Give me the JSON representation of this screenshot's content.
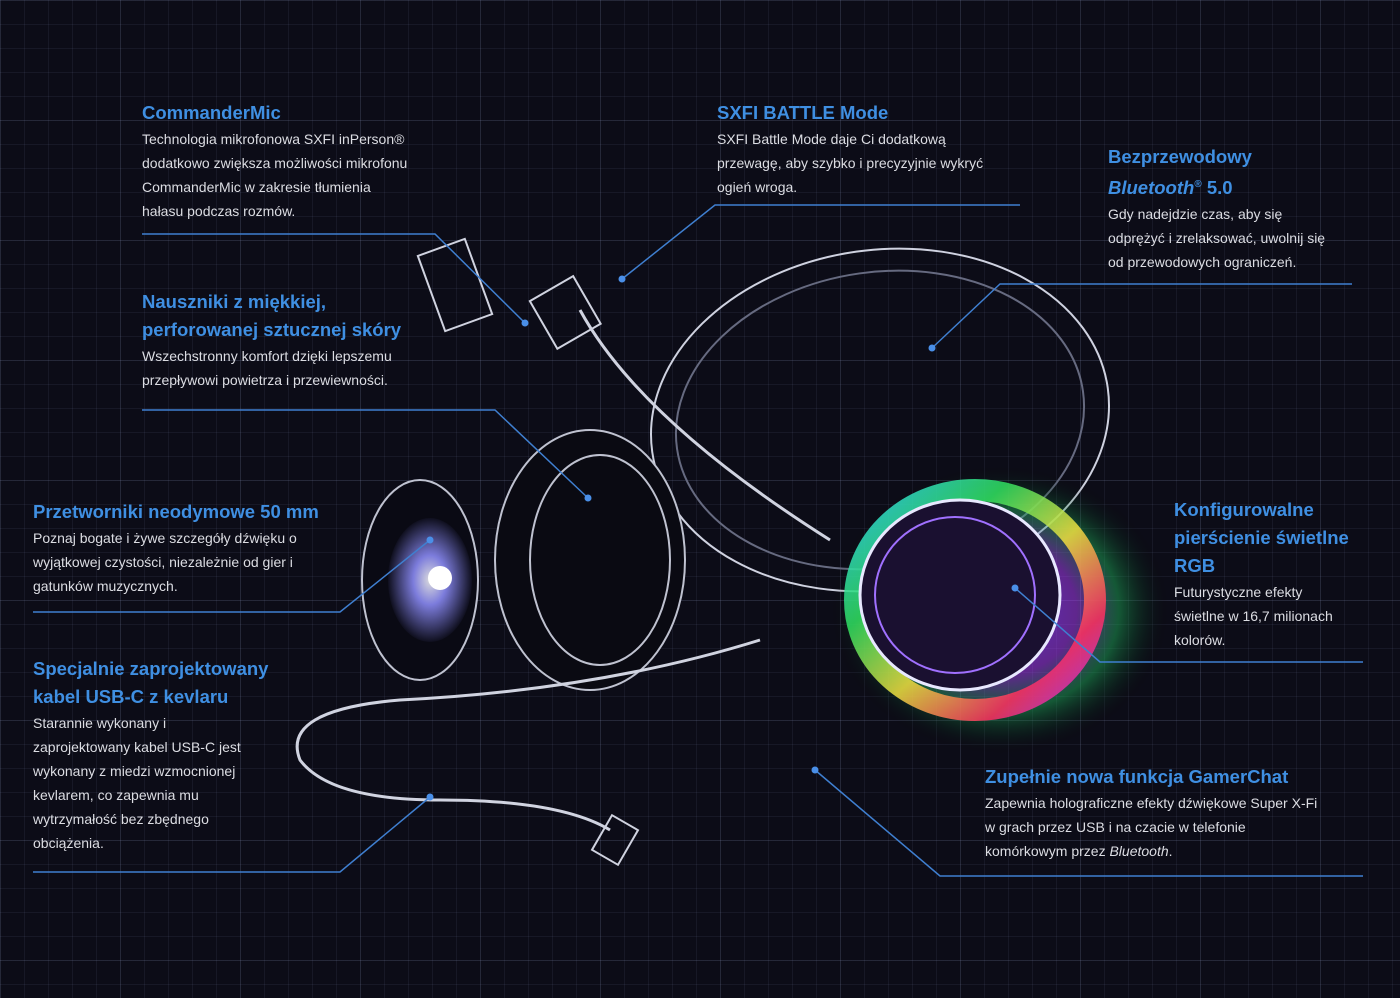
{
  "features": {
    "commandermic": {
      "title": "CommanderMic",
      "lines": [
        "Technologia mikrofonowa SXFI inPerson®",
        "dodatkowo zwiększa możliwości mikrofonu",
        "CommanderMic w zakresie tłumienia",
        "hałasu podczas rozmów."
      ]
    },
    "earpads": {
      "title_lines": [
        "Nauszniki z miękkiej,",
        "perforowanej sztucznej skóry"
      ],
      "lines": [
        "Wszechstronny komfort dzięki lepszemu",
        "przepływowi powietrza i przewiewności."
      ]
    },
    "battle_mode": {
      "title": "SXFI BATTLE Mode",
      "lines": [
        "SXFI Battle Mode daje Ci dodatkową",
        "przewagę, aby szybko i precyzyjnie wykryć",
        "ogień wroga."
      ]
    },
    "wireless": {
      "title": "Bezprzewodowy",
      "title_italic": "Bluetooth",
      "title_sup": "®",
      "title_version": " 5.0",
      "lines": [
        "Gdy nadejdzie czas, aby się",
        "odprężyć i zrelaksować, uwolnij się",
        "od przewodowych ograniczeń."
      ]
    },
    "drivers": {
      "title": "Przetworniki neodymowe 50 mm",
      "lines": [
        "Poznaj bogate i żywe szczegóły dźwięku o",
        "wyjątkowej czystości, niezależnie od gier i",
        "gatunków muzycznych."
      ]
    },
    "cable": {
      "title_lines": [
        "Specjalnie zaprojektowany",
        "kabel USB-C z kevlaru"
      ],
      "lines": [
        "Starannie wykonany i",
        "zaprojektowany kabel USB-C jest",
        "wykonany z miedzi wzmocnionej",
        "kevlarem, co zapewnia mu",
        "wytrzymałość bez zbędnego",
        "obciążenia."
      ]
    },
    "rgb": {
      "title_lines": [
        "Konfigurowalne",
        "pierścienie świetlne",
        "RGB"
      ],
      "lines": [
        "Futurystyczne efekty",
        "świetlne w 16,7 milionach",
        "kolorów."
      ]
    },
    "gamerchat": {
      "title": "Zupełnie nowa funkcja GamerChat",
      "lines": [
        "Zapewnia holograficzne efekty dźwiękowe Super X-Fi",
        "w grach przez USB i na czacie w telefonie",
        "komórkowym przez "
      ],
      "lines_italic": "Bluetooth",
      "lines_end": "."
    }
  },
  "colors": {
    "accent": "#3f8fe2",
    "background": "#0c0c17",
    "text": "#dcdde3"
  }
}
